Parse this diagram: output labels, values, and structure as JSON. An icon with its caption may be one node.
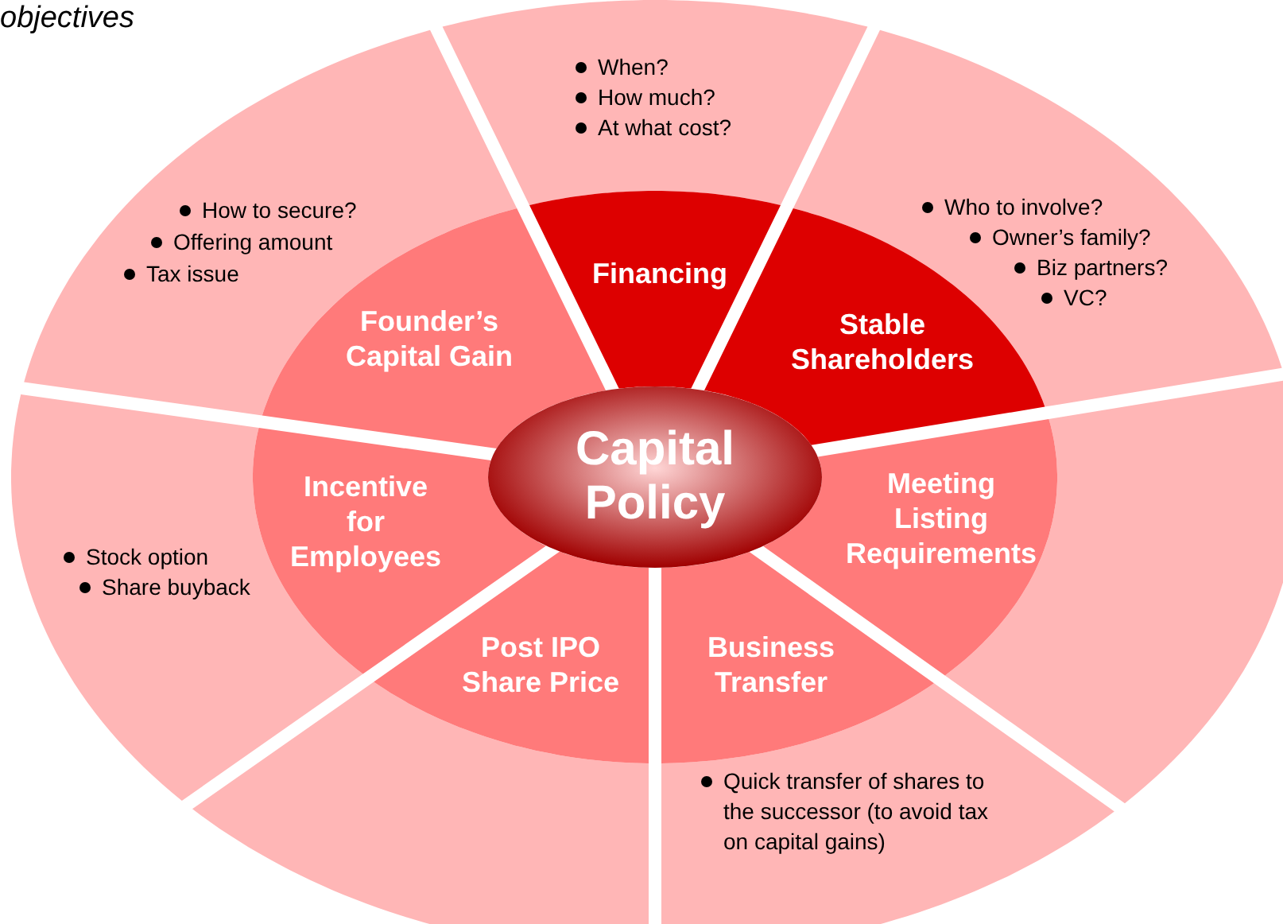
{
  "diagram": {
    "title": "objectives",
    "nodes": [
      {
        "text": [
          "Capital Policy"
        ]
      },
      {
        "text": [
          "Founder’s Capital Gain"
        ]
      },
      {
        "text": [
          "Financing"
        ]
      },
      {
        "text": [
          "Stable Shareholders"
        ]
      },
      {
        "text": [
          "Meeting Listing Requirements"
        ]
      },
      {
        "text": [
          "Business Transfer"
        ]
      },
      {
        "text": [
          "Post IPO Share Price"
        ]
      },
      {
        "text": [
          "Incentive for Employees"
        ]
      },
      {
        "text": [
          "How to secure?",
          "Offering amount",
          "Tax issue"
        ]
      },
      {
        "text": [
          "When?",
          "How much?",
          "At what cost?"
        ]
      },
      {
        "text": [
          "Who to involve?",
          "Owner’s family?",
          "Biz partners?",
          "VC?"
        ]
      },
      {
        "text": [],
        "shape": "sector"
      },
      {
        "text": [
          "Quick transfer of shares to the successor (to avoid tax on capital gains)"
        ]
      },
      {
        "text": [],
        "shape": "sector"
      },
      {
        "text": [
          "Stock option",
          "Share buyback"
        ]
      }
    ],
    "edges": []
  }
}
